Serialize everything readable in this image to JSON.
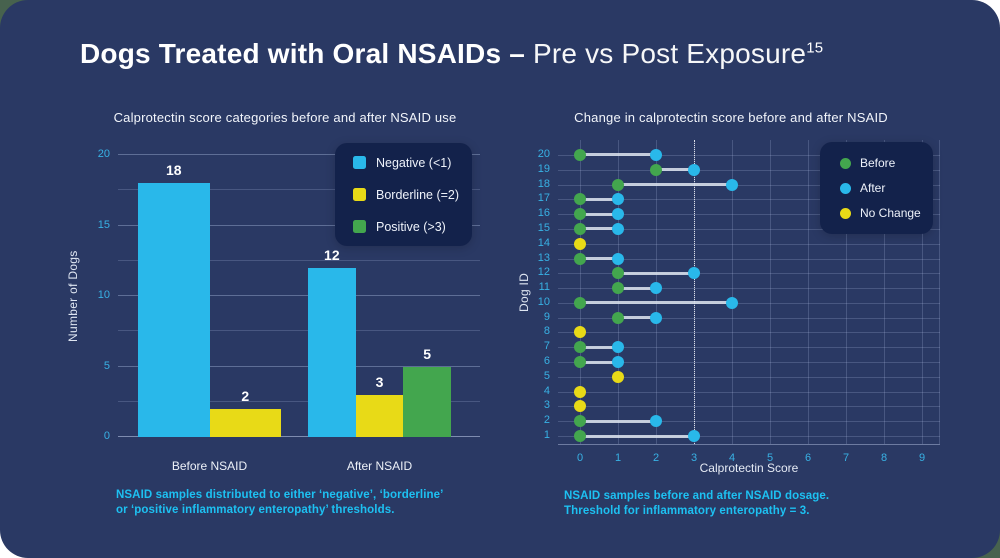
{
  "colors": {
    "card_bg": "#2a3964",
    "panel_bg": "#13224b",
    "cyan": "#29b8ea",
    "yellow": "#e8da17",
    "green": "#43a64e",
    "tick": "#38b1e4",
    "caption": "#1dc1f2",
    "corner_green": "#47624e"
  },
  "header": {
    "title_bold": "Dogs Treated with Oral NSAIDs – ",
    "title_regular": "Pre vs Post Exposure",
    "title_superscript": "15"
  },
  "chart_data": [
    {
      "id": "calprotectin-categories-bar-chart",
      "type": "bar",
      "title": "Calprotectin score categories before and after NSAID use",
      "xlabel": "",
      "ylabel": "Number of Dogs",
      "ylim": [
        0,
        20
      ],
      "yticks": [
        0,
        5,
        10,
        15,
        20
      ],
      "grid_step": 2.5,
      "grid": true,
      "legend_position": "top-right",
      "categories": [
        "Before NSAID",
        "After NSAID"
      ],
      "series": [
        {
          "name": "Negative (<1)",
          "color": "#29b8ea",
          "values": [
            18,
            12
          ]
        },
        {
          "name": "Borderline (=2)",
          "color": "#e8da17",
          "values": [
            2,
            3
          ]
        },
        {
          "name": "Positive (>3)",
          "color": "#43a64e",
          "values": [
            null,
            5
          ]
        }
      ],
      "caption_lines": [
        "NSAID samples distributed to either ‘negative’, ‘borderline’",
        "or ‘positive inflammatory enteropathy’ thresholds."
      ]
    },
    {
      "id": "calprotectin-change-dumbbell-chart",
      "type": "scatter",
      "title": "Change in calprotectin score before and after NSAID",
      "xlabel": "Calprotectin Score",
      "ylabel": "Dog ID",
      "xlim": [
        0,
        9
      ],
      "xticks": [
        0,
        1,
        2,
        3,
        4,
        5,
        6,
        7,
        8,
        9
      ],
      "grid": true,
      "threshold_x": 3,
      "legend_position": "top-right",
      "legend": [
        {
          "label": "Before",
          "color": "#43a64e"
        },
        {
          "label": "After",
          "color": "#29b8ea"
        },
        {
          "label": "No Change",
          "color": "#e8da17"
        }
      ],
      "dogs": [
        {
          "id": 1,
          "before": 0,
          "after": 3
        },
        {
          "id": 2,
          "before": 0,
          "after": 2
        },
        {
          "id": 3,
          "before": 0,
          "after": 0,
          "no_change": true
        },
        {
          "id": 4,
          "before": 0,
          "after": 0,
          "no_change": true
        },
        {
          "id": 5,
          "before": 1,
          "after": 1,
          "no_change": true
        },
        {
          "id": 6,
          "before": 0,
          "after": 1
        },
        {
          "id": 7,
          "before": 0,
          "after": 1
        },
        {
          "id": 8,
          "before": 0,
          "after": 0,
          "no_change": true
        },
        {
          "id": 9,
          "before": 1,
          "after": 2
        },
        {
          "id": 10,
          "before": 0,
          "after": 4
        },
        {
          "id": 11,
          "before": 1,
          "after": 2
        },
        {
          "id": 12,
          "before": 1,
          "after": 3
        },
        {
          "id": 13,
          "before": 0,
          "after": 1
        },
        {
          "id": 14,
          "before": 0,
          "after": 0,
          "no_change": true
        },
        {
          "id": 15,
          "before": 0,
          "after": 1
        },
        {
          "id": 16,
          "before": 0,
          "after": 1
        },
        {
          "id": 17,
          "before": 0,
          "after": 1
        },
        {
          "id": 18,
          "before": 1,
          "after": 4
        },
        {
          "id": 19,
          "before": 2,
          "after": 3
        },
        {
          "id": 20,
          "before": 0,
          "after": 2
        }
      ],
      "caption_lines": [
        "NSAID samples before and after NSAID dosage.",
        "Threshold for inflammatory enteropathy = 3."
      ]
    }
  ]
}
